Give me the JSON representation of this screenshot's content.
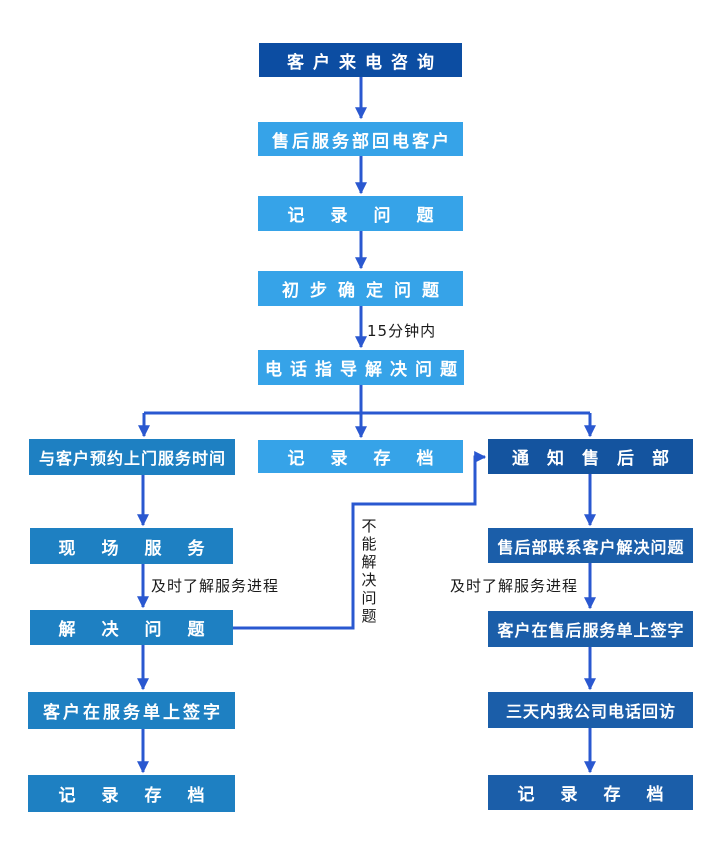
{
  "flow": {
    "nodes": {
      "customer_call": {
        "label": "客户来电咨询"
      },
      "callback": {
        "label": "售后服务部回电客户"
      },
      "record_problem": {
        "label": "记录问题"
      },
      "initial_diagnosis": {
        "label": "初步确定问题"
      },
      "phone_guidance": {
        "label": "电话指导解决问题"
      },
      "appointment": {
        "label": "与客户预约上门服务时间"
      },
      "archive_center": {
        "label": "记录存档"
      },
      "notify_aftersales": {
        "label": "通知售后部"
      },
      "onsite_service": {
        "label": "现场服务"
      },
      "aftersales_contact": {
        "label": "售后部联系客户解决问题"
      },
      "solve_problem": {
        "label": "解决问题"
      },
      "sign_aftersales_form": {
        "label": "客户在售后服务单上签字"
      },
      "sign_service_form": {
        "label": "客户在服务单上签字"
      },
      "phone_followup": {
        "label": "三天内我公司电话回访"
      },
      "archive_left": {
        "label": "记录存档"
      },
      "archive_right": {
        "label": "记录存档"
      }
    },
    "edge_labels": {
      "within_15_min": "15分钟内",
      "follow_progress_left": "及时了解服务进程",
      "follow_progress_right": "及时了解服务进程",
      "cannot_solve": "不能解决问题"
    },
    "colors": {
      "dark_blue": "#0C4DA2",
      "light_blue": "#36A3E8",
      "teal_blue": "#1E80C2",
      "navy_blue": "#1B5EA9",
      "notify_blue": "#14549F",
      "connector_blue": "#2A58D0",
      "label_text": "#1a1a1a"
    }
  }
}
